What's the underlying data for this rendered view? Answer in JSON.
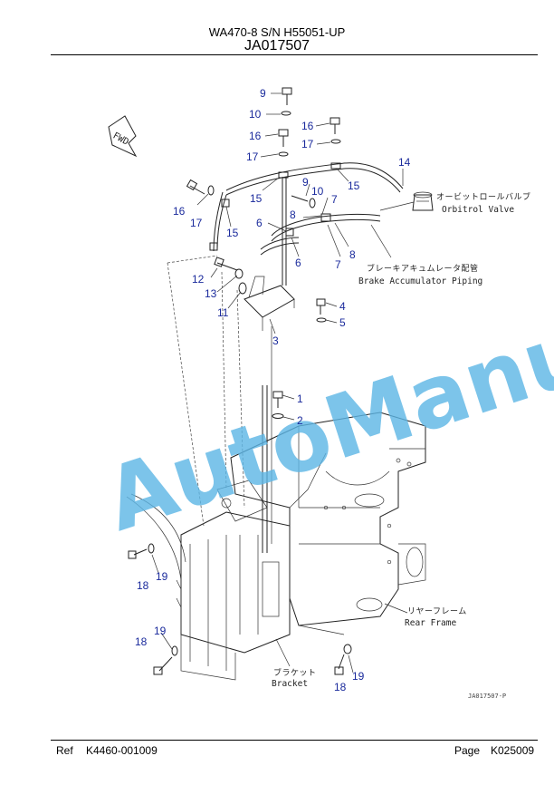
{
  "header": {
    "model": "WA470-8 S/N H55051-UP",
    "figure_code": "JA017507"
  },
  "labels": {
    "fwd": "FWD",
    "orbitrol_jp": "オービットロールバルブ",
    "orbitrol_en": "Orbitrol Valve",
    "brake_jp": "ブレーキアキュムレータ配管",
    "brake_en": "Brake Accumulator Piping",
    "frame_jp": "リヤーフレーム",
    "frame_en": "Rear Frame",
    "bracket_jp": "ブラケット",
    "bracket_en": "Bracket",
    "figure_id": "JA017507-P"
  },
  "callouts": [
    {
      "id": "c-9a",
      "text": "9"
    },
    {
      "id": "c-10a",
      "text": "10"
    },
    {
      "id": "c-16a",
      "text": "16"
    },
    {
      "id": "c-17a",
      "text": "17"
    },
    {
      "id": "c-16b",
      "text": "16"
    },
    {
      "id": "c-17b",
      "text": "17"
    },
    {
      "id": "c-14",
      "text": "14"
    },
    {
      "id": "c-15a",
      "text": "15"
    },
    {
      "id": "c-15b",
      "text": "15"
    },
    {
      "id": "c-9b",
      "text": "9"
    },
    {
      "id": "c-10b",
      "text": "10"
    },
    {
      "id": "c-7a",
      "text": "7"
    },
    {
      "id": "c-8a",
      "text": "8"
    },
    {
      "id": "c-6a",
      "text": "6"
    },
    {
      "id": "c-16c",
      "text": "16"
    },
    {
      "id": "c-17c",
      "text": "17"
    },
    {
      "id": "c-15c",
      "text": "15"
    },
    {
      "id": "c-6b",
      "text": "6"
    },
    {
      "id": "c-8b",
      "text": "8"
    },
    {
      "id": "c-7b",
      "text": "7"
    },
    {
      "id": "c-12",
      "text": "12"
    },
    {
      "id": "c-13",
      "text": "13"
    },
    {
      "id": "c-11",
      "text": "11"
    },
    {
      "id": "c-4",
      "text": "4"
    },
    {
      "id": "c-5",
      "text": "5"
    },
    {
      "id": "c-3",
      "text": "3"
    },
    {
      "id": "c-1",
      "text": "1"
    },
    {
      "id": "c-2",
      "text": "2"
    },
    {
      "id": "c-19a",
      "text": "19"
    },
    {
      "id": "c-18a",
      "text": "18"
    },
    {
      "id": "c-19b",
      "text": "19"
    },
    {
      "id": "c-18b",
      "text": "18"
    },
    {
      "id": "c-19c",
      "text": "19"
    },
    {
      "id": "c-18c",
      "text": "18"
    }
  ],
  "watermark": "AutoManual",
  "footer": {
    "ref_label": "Ref",
    "ref_value": "K4460-001009",
    "page_label": "Page",
    "page_value": "K025009"
  }
}
